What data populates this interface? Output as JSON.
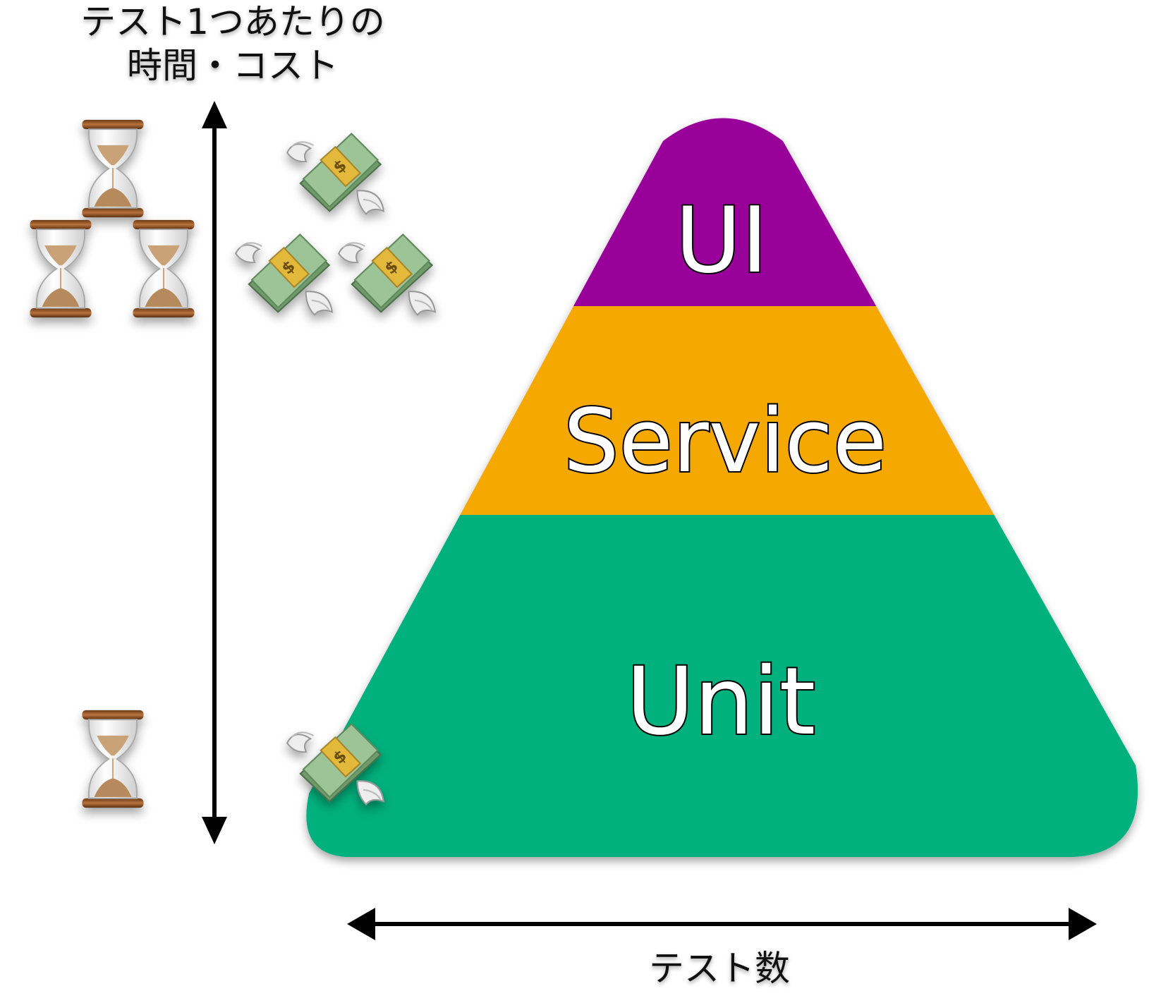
{
  "axes": {
    "y_label_line1": "テスト1つあたりの",
    "y_label_line2": "時間・コスト",
    "x_label": "テスト数"
  },
  "pyramid": {
    "layers": [
      {
        "label": "UI",
        "color": "#990099"
      },
      {
        "label": "Service",
        "color": "#F5A800"
      },
      {
        "label": "Unit",
        "color": "#05B07D"
      }
    ]
  },
  "icons": {
    "time": "hourglass-icon",
    "cost": "money-with-wings-icon"
  },
  "colors": {
    "axis": "#000000",
    "hourglass_frame": "#9C5A2B",
    "hourglass_sand": "#C9A277",
    "bill": "#8DB58A",
    "band": "#E2B93B",
    "wing": "#EEEEEE"
  }
}
